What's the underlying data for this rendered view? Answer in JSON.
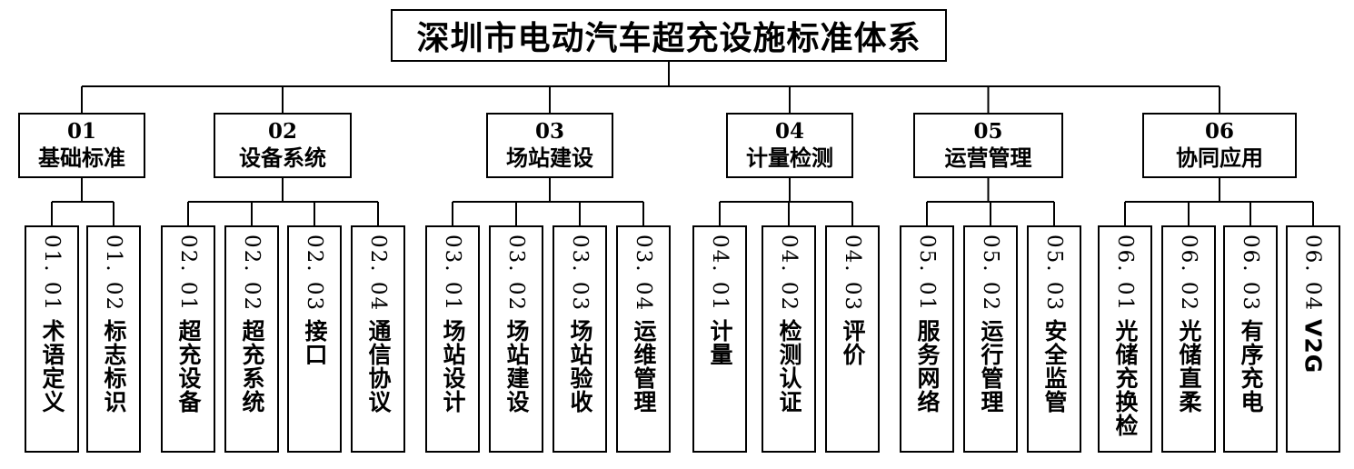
{
  "title": "深圳市电动汽车超充设施标准体系",
  "categories": [
    {
      "code": "01",
      "name": "基础标准",
      "children": [
        {
          "code": "01. 01",
          "name": "术语定义"
        },
        {
          "code": "01. 02",
          "name": "标志标识"
        }
      ]
    },
    {
      "code": "02",
      "name": "设备系统",
      "children": [
        {
          "code": "02. 01",
          "name": "超充设备"
        },
        {
          "code": "02. 02",
          "name": "超充系统"
        },
        {
          "code": "02. 03",
          "name": "接口"
        },
        {
          "code": "02. 04",
          "name": "通信协议"
        }
      ]
    },
    {
      "code": "03",
      "name": "场站建设",
      "children": [
        {
          "code": "03. 01",
          "name": "场站设计"
        },
        {
          "code": "03. 02",
          "name": "场站建设"
        },
        {
          "code": "03. 03",
          "name": "场站验收"
        },
        {
          "code": "03. 04",
          "name": "运维管理"
        }
      ]
    },
    {
      "code": "04",
      "name": "计量检测",
      "children": [
        {
          "code": "04. 01",
          "name": "计量"
        },
        {
          "code": "04. 02",
          "name": "检测认证"
        },
        {
          "code": "04. 03",
          "name": "评价"
        }
      ]
    },
    {
      "code": "05",
      "name": "运营管理",
      "children": [
        {
          "code": "05. 01",
          "name": "服务网络"
        },
        {
          "code": "05. 02",
          "name": "运行管理"
        },
        {
          "code": "05. 03",
          "name": "安全监管"
        }
      ]
    },
    {
      "code": "06",
      "name": "协同应用",
      "children": [
        {
          "code": "06. 01",
          "name": "光储充换检"
        },
        {
          "code": "06. 02",
          "name": "光储直柔"
        },
        {
          "code": "06. 03",
          "name": "有序充电"
        },
        {
          "code": "06. 04",
          "name": "V2G"
        }
      ]
    }
  ]
}
